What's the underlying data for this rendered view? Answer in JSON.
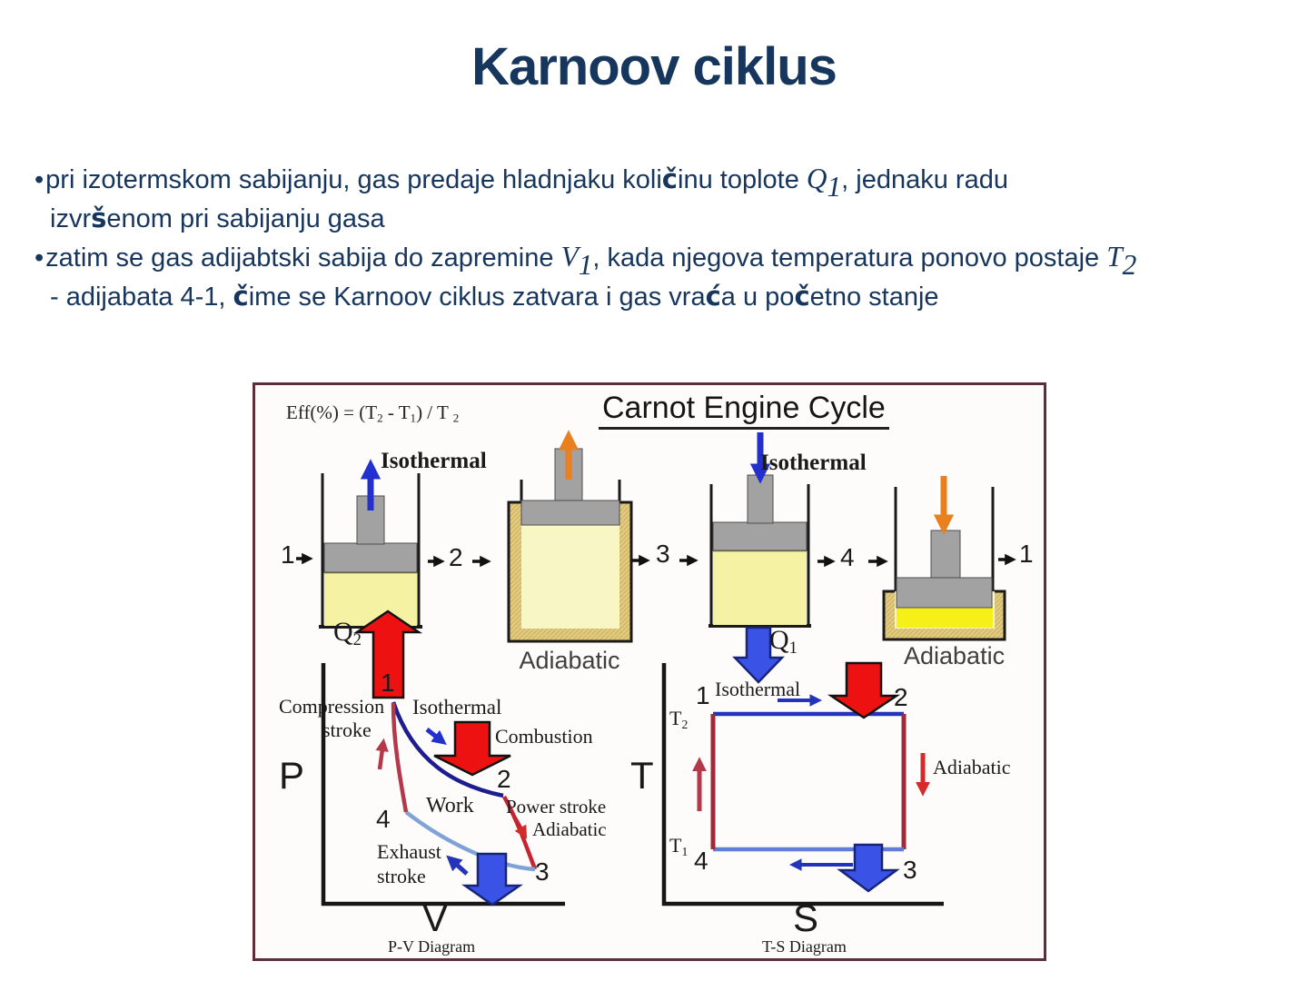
{
  "slide": {
    "title": "Karnoov ciklus",
    "bullets": [
      {
        "marker": "•",
        "segments": [
          {
            "text": "pri izotermskom sabijanju, gas predaje hladnjaku koli"
          },
          {
            "text": "č",
            "cls": "fb"
          },
          {
            "text": "inu toplote "
          },
          {
            "text": "Q",
            "cls": "math"
          },
          {
            "sub": "1",
            "cls": "math"
          },
          {
            "text": ", jednaku radu"
          }
        ]
      },
      {
        "marker": "",
        "segments": [
          {
            "text": "izvr"
          },
          {
            "text": "š",
            "cls": "fb"
          },
          {
            "text": "enom pri sabijanju gasa"
          }
        ]
      },
      {
        "marker": "•",
        "segments": [
          {
            "text": "zatim se gas adijabtski sabija do zapremine "
          },
          {
            "text": "V",
            "cls": "math"
          },
          {
            "sub": "1",
            "cls": "math"
          },
          {
            "text": ", kada njegova temperatura ponovo postaje "
          },
          {
            "text": "T",
            "cls": "math"
          },
          {
            "sub": "2",
            "cls": "math"
          }
        ]
      },
      {
        "marker": "",
        "segments": [
          {
            "text": "- adijabata 4-1, "
          },
          {
            "text": "č",
            "cls": "fb"
          },
          {
            "text": "ime se Karnoov ciklus zatvara i gas vra"
          },
          {
            "text": "ć",
            "cls": "fb"
          },
          {
            "text": "a u po"
          },
          {
            "text": "č",
            "cls": "fb"
          },
          {
            "text": "etno stanje"
          }
        ]
      }
    ]
  },
  "figure": {
    "title": "Carnot Engine Cycle",
    "formula": [
      {
        "text": "Eff(%) = (T"
      },
      {
        "sub": "2"
      },
      {
        "text": " -  T"
      },
      {
        "sub": "1"
      },
      {
        "text": ") / T "
      },
      {
        "sub": "2"
      }
    ],
    "labels": {
      "isothermal_left": "Isothermal",
      "isothermal_right": "Isothermal",
      "adiabatic_left": "Adiabatic",
      "adiabatic_right": "Adiabatic",
      "q2": [
        {
          "text": "Q"
        },
        {
          "sub": "2"
        }
      ],
      "q1": [
        {
          "text": "Q"
        },
        {
          "sub": "1"
        }
      ],
      "step1": "1",
      "step2": "2",
      "step3": "3",
      "step4": "4",
      "step1b": "1"
    },
    "pv": {
      "axis_y": "P",
      "axis_x": "V",
      "caption": "P-V Diagram",
      "n1": "1",
      "n2": "2",
      "n3": "3",
      "n4": "4",
      "compression": "Compression",
      "compression2": "stroke",
      "isothermal": "Isothermal",
      "combustion": "Combustion",
      "work": "Work",
      "power_stroke": "Power stroke",
      "adiabatic": "Adiabatic",
      "exhaust": "Exhaust",
      "exhaust2": "stroke"
    },
    "ts": {
      "axis_y": "T",
      "axis_x": "S",
      "caption": "T-S Diagram",
      "n1": "1",
      "n2": "2",
      "n3": "3",
      "n4": "4",
      "t_high": [
        {
          "text": "T"
        },
        {
          "sub": "2"
        }
      ],
      "t_low": [
        {
          "text": "T"
        },
        {
          "sub": "1"
        }
      ],
      "isothermal": "Isothermal",
      "adiabatic": "Adiabatic"
    },
    "colors": {
      "text_navy": "#17365d",
      "frame_maroon": "#5e2c3a",
      "heat_red": "#ee1111",
      "cold_blue": "#3a52e6",
      "adiabatic_orange": "#e8801f",
      "gas_yellow": "#f6f2a4",
      "insulation_tan": "#e2cb80"
    }
  }
}
